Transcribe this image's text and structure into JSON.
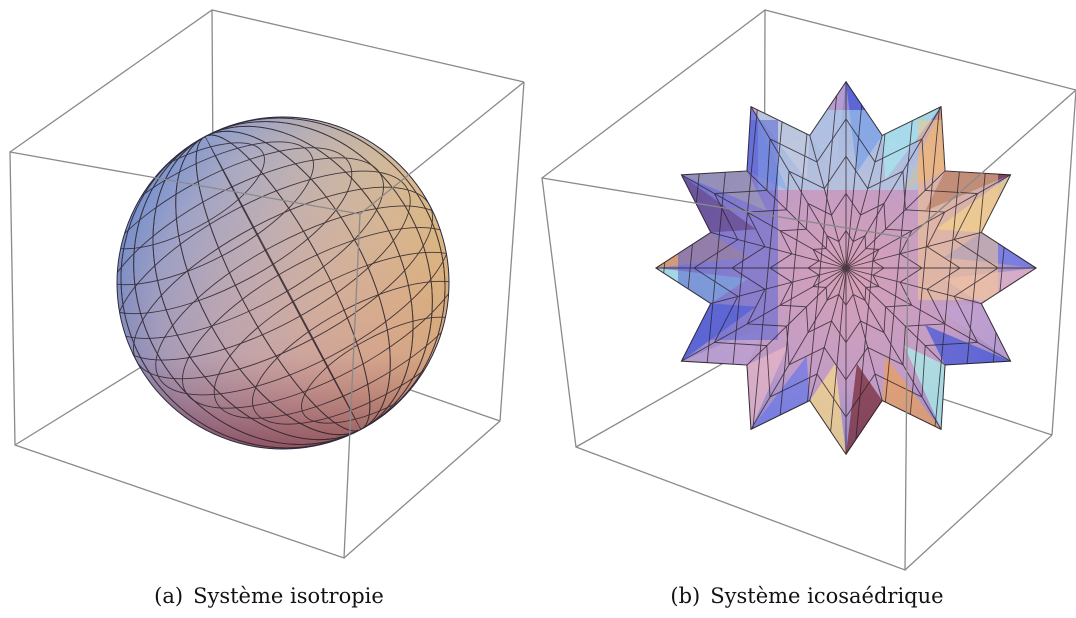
{
  "figures": [
    {
      "label": "(a)",
      "caption": "Système isotropie",
      "shape": "sphere-surface"
    },
    {
      "label": "(b)",
      "caption": "Système icosaédrique",
      "shape": "icosahedral-star-surface"
    }
  ],
  "colors": {
    "box_edges": "#8a8a8a",
    "mesh_lines": "#2a2028",
    "surface_blue": "#4a5ad8",
    "surface_pink": "#c9a0c0",
    "surface_orange": "#e8a060",
    "surface_cyan": "#a8f0e8",
    "surface_maroon": "#7a2e3a"
  }
}
